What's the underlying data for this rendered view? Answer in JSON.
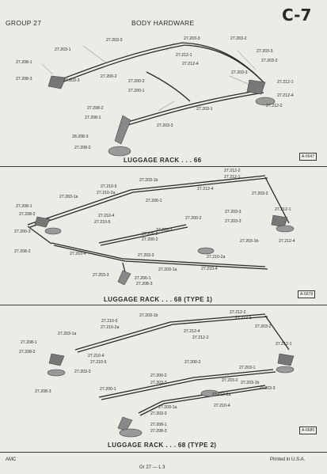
{
  "header": {
    "group": "GROUP 27",
    "title": "BODY HARDWARE",
    "section": "C-7"
  },
  "panels": [
    {
      "caption": "LUGGAGE RACK . . . 66",
      "figure": "A-6647",
      "labels": [
        "27.203-3",
        "27.203-3",
        "27.203-1",
        "27.212-1",
        "27.212-4",
        "27.203-3",
        "27.203-2",
        "27.208-1",
        "27.208-3",
        "27.203-3",
        "27.200-2",
        "27.200-2",
        "27.200-1",
        "27.203-3",
        "27.212-1",
        "27.212-4",
        "27.212-2",
        "27.203-2",
        "27.208-2",
        "27.208-1",
        "27.203-1",
        "27.203-3",
        "28.208-3",
        "27.208-2"
      ]
    },
    {
      "caption": "LUGGAGE RACK . . . 68 (TYPE 1)",
      "figure": "A-6678",
      "labels": [
        "27.203-1b",
        "27.212-2",
        "27.212-1",
        "27.203-1a",
        "27.210-5",
        "27.210-2a",
        "27.212-4",
        "27.203-2",
        "27.208-1",
        "27.208-2",
        "27.210-4",
        "27.210-5",
        "27.206-1",
        "27.200-2",
        "27.203-3",
        "27.212-1",
        "27.203-3",
        "27.212-4",
        "27.200-3",
        "27.208-2",
        "27.203-4",
        "27.200-2",
        "27.200-2",
        "27.203-3",
        "27.203-1b",
        "27.210-2a",
        "27.203-3",
        "27.210-4",
        "27.203-3",
        "27.206-1",
        "27.208-3",
        "27.203-1a"
      ]
    },
    {
      "caption": "LUGGAGE RACK . . . 68 (TYPE 2)",
      "figure": "A-6680",
      "labels": [
        "27.210-5",
        "27.203-1b",
        "27.212-2",
        "27.210-2a",
        "27.212-1",
        "27.203-1a",
        "27.212-4",
        "27.203-2",
        "27.212-2",
        "27.208-1",
        "27.208-2",
        "27.212-1",
        "27.210-4",
        "27.210-5",
        "27.200-2",
        "27.203-3",
        "27.200-2",
        "27.203-3",
        "27.208-3",
        "27.200-1",
        "27.203-1",
        "27.203-1b",
        "27.203-2",
        "27.210-2a",
        "27.203-3",
        "27.210-4",
        "27.203-1a",
        "27.203-3",
        "27.208-1",
        "27.208-3"
      ]
    }
  ],
  "footer": {
    "left": "AMC",
    "center": "Gr 27 — L 3",
    "right": "Printed in U.S.A."
  }
}
